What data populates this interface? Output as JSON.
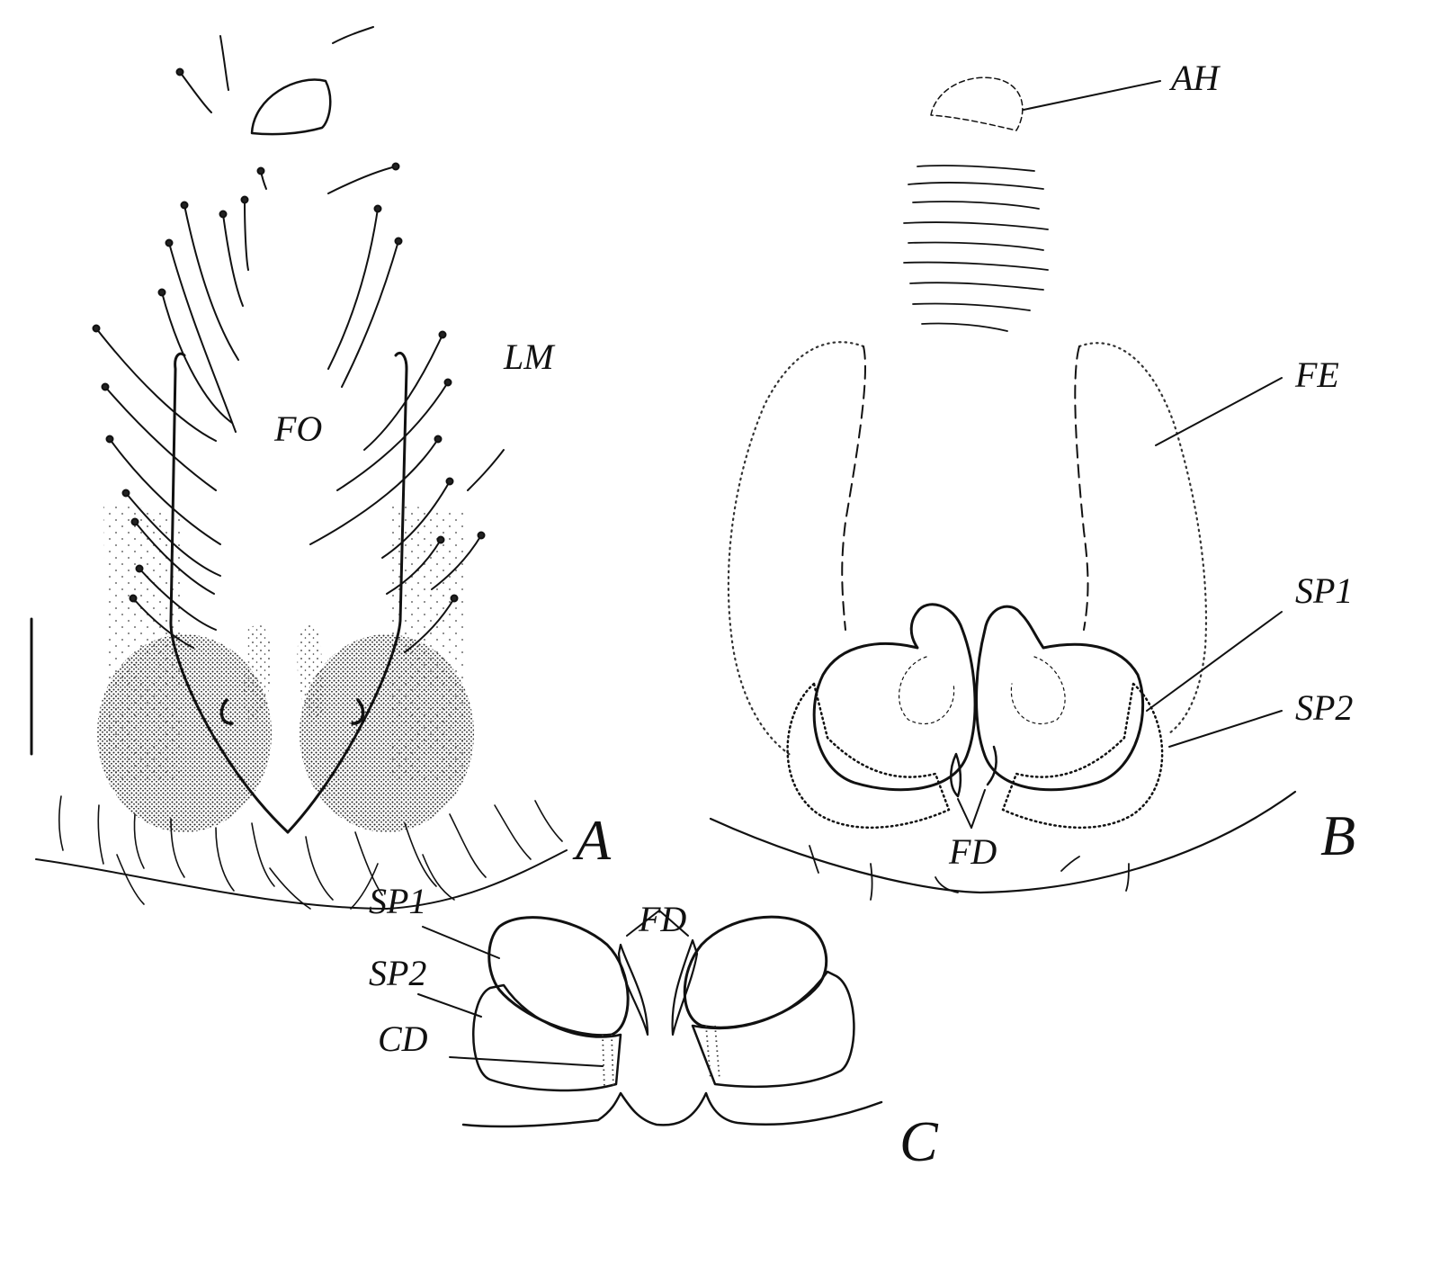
{
  "panels": {
    "a": {
      "letter": "A",
      "labels": {
        "fo": "FO",
        "lm": "LM"
      }
    },
    "b": {
      "letter": "B",
      "labels": {
        "ah": "AH",
        "fe": "FE",
        "sp1": "SP1",
        "sp2": "SP2",
        "fd": "FD"
      }
    },
    "c": {
      "letter": "C",
      "labels": {
        "fd": "FD",
        "sp1": "SP1",
        "sp2": "SP2",
        "cd": "CD"
      }
    }
  }
}
